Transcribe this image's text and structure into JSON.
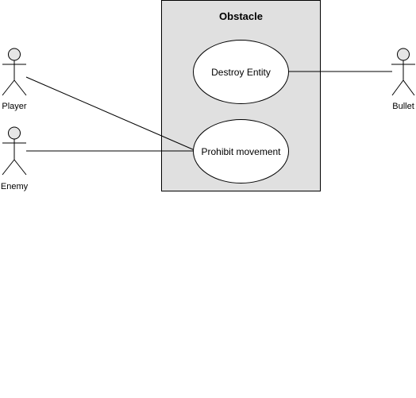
{
  "diagram": {
    "system": {
      "title": "Obstacle",
      "fill": "#e0e0e0",
      "stroke": "#000000"
    },
    "use_cases": {
      "destroy": {
        "label": "Destroy Entity"
      },
      "prohibit": {
        "label": "Prohibit movement"
      }
    },
    "actors": {
      "player": {
        "label": "Player"
      },
      "enemy": {
        "label": "Enemy"
      },
      "bullet": {
        "label": "Bullet"
      }
    },
    "associations": [
      {
        "from": "player",
        "to": "prohibit"
      },
      {
        "from": "enemy",
        "to": "prohibit"
      },
      {
        "from": "bullet",
        "to": "destroy"
      }
    ],
    "colors": {
      "line": "#000000",
      "ellipse_fill": "#ffffff",
      "actor_head_fill": "#e6e6e6"
    }
  }
}
